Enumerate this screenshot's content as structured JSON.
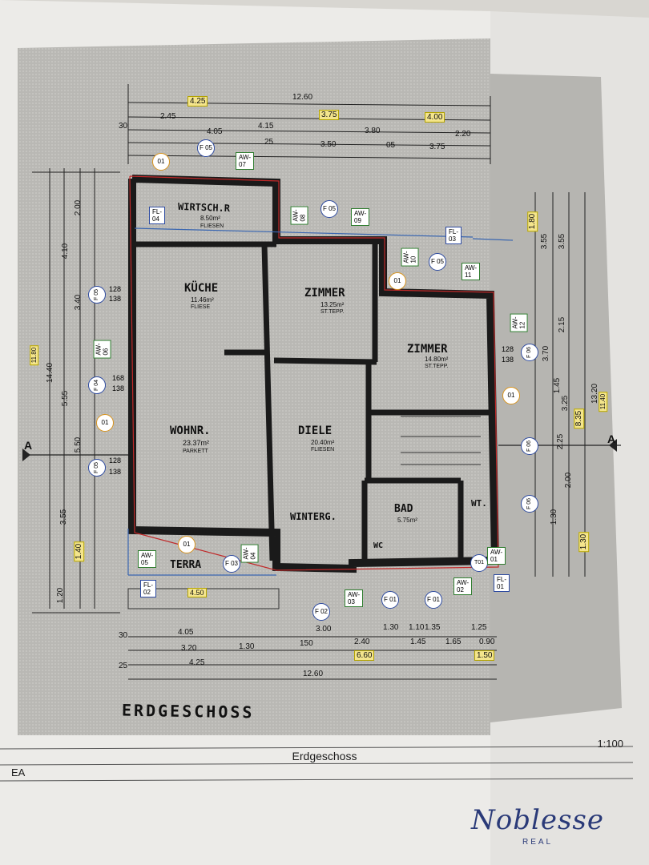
{
  "sheet": {
    "drawing_title": "ERDGESCHOSS",
    "footer_title": "Erdgeschoss",
    "scale": "1:100",
    "code": "EA",
    "logo_text": "Noblesse",
    "logo_subtext": "REAL"
  },
  "rooms": [
    {
      "name": "WIRTSCH.R",
      "area": "8.50m²",
      "floor": "FLIESEN"
    },
    {
      "name": "KÜCHE",
      "area": "11.46m²",
      "floor": "FLIESE"
    },
    {
      "name": "WOHNR.",
      "area": "23.37m²",
      "floor": "PARKETT"
    },
    {
      "name": "ZIMMER",
      "area": "13.25m²",
      "floor": "ST.TEPP."
    },
    {
      "name": "ZIMMER",
      "area": "14.80m²",
      "floor": "ST.TEPP."
    },
    {
      "name": "DIELE",
      "area": "20.40m²",
      "floor": "FLIESEN"
    },
    {
      "name": "WINTERG.",
      "area": "",
      "floor": ""
    },
    {
      "name": "BAD",
      "area": "5.75m²",
      "floor": ""
    },
    {
      "name": "WC",
      "area": "",
      "floor": ""
    },
    {
      "name": "WT.",
      "area": "",
      "floor": ""
    },
    {
      "name": "TERRA",
      "area": "",
      "floor": ""
    }
  ],
  "annotations": {
    "window_circles": [
      "F 05",
      "F 05",
      "F 05",
      "F 05",
      "F 04",
      "F 05",
      "F 03",
      "F 02",
      "F 01",
      "F 01",
      "F 06",
      "F 06",
      "F 06"
    ],
    "orange_circles": [
      "01",
      "01",
      "01",
      "01",
      "01"
    ],
    "door_circle": "T01",
    "green_tags": [
      "AW-07",
      "AW-08",
      "AW-09",
      "AW-10",
      "AW-11",
      "AW-12",
      "AW-06",
      "AW-04",
      "AW-05",
      "AW-03",
      "AW-02",
      "AW-01"
    ],
    "blue_tags": [
      "FL-04",
      "FL-03",
      "FL-02",
      "FL-01"
    ],
    "window_sizes": [
      "128",
      "138",
      "168",
      "138",
      "128",
      "138",
      "128",
      "138"
    ]
  },
  "dimensions": {
    "top": [
      "12.60",
      "4.25",
      "3.75",
      "4.00",
      "2.45",
      "4.15",
      "4.05",
      "3.80",
      "2.20",
      "3.50",
      "3.75",
      "30",
      "25",
      "05"
    ],
    "bottom": [
      "4.05",
      "3.20",
      "1.30",
      "4.25",
      "12.60",
      "6.60",
      "2.40",
      "1.45",
      "1.65",
      "1.25",
      "1.50",
      "1.30",
      "1.10",
      "1.35",
      "0.90",
      "3.00",
      "150",
      "30",
      "25"
    ],
    "left": [
      "4.10",
      "2.00",
      "3.40",
      "14.40",
      "5.55",
      "5.50",
      "3.55",
      "1.40",
      "1.20",
      "11.80"
    ],
    "right": [
      "1.80",
      "3.55",
      "3.55",
      "2.15",
      "3.70",
      "1.45",
      "3.25",
      "2.25",
      "2.00",
      "1.30",
      "13.20",
      "8.35",
      "11.40",
      "1.30"
    ],
    "bottom_terrace": "4.50"
  },
  "section_marker": "A"
}
